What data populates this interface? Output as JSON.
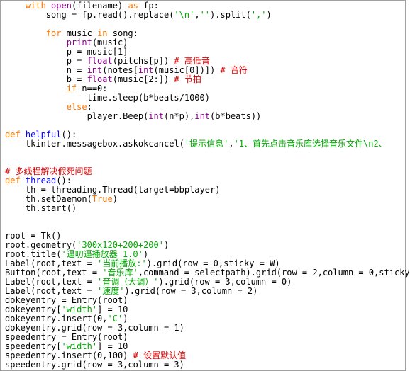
{
  "lines": [
    [
      [
        "    ",
        "p"
      ],
      [
        "with",
        "kw"
      ],
      [
        " ",
        "p"
      ],
      [
        "open",
        "bi"
      ],
      [
        "(filename) ",
        "p"
      ],
      [
        "as",
        "kw"
      ],
      [
        " fp:",
        "p"
      ]
    ],
    [
      [
        "        song = fp.read().replace(",
        "p"
      ],
      [
        "'\\n'",
        "str"
      ],
      [
        ",",
        "p"
      ],
      [
        "''",
        "str"
      ],
      [
        ").split(",
        "p"
      ],
      [
        "','",
        "str"
      ],
      [
        ")",
        "p"
      ]
    ],
    [],
    [
      [
        "        ",
        "p"
      ],
      [
        "for",
        "kw"
      ],
      [
        " music ",
        "p"
      ],
      [
        "in",
        "kw"
      ],
      [
        " song:",
        "p"
      ]
    ],
    [
      [
        "            ",
        "p"
      ],
      [
        "print",
        "bi"
      ],
      [
        "(music)",
        "p"
      ]
    ],
    [
      [
        "            p = music[1]",
        "p"
      ]
    ],
    [
      [
        "            p = ",
        "p"
      ],
      [
        "float",
        "bi"
      ],
      [
        "(pitchs[p]) ",
        "p"
      ],
      [
        "# 高低音",
        "cm"
      ]
    ],
    [
      [
        "            n = ",
        "p"
      ],
      [
        "int",
        "bi"
      ],
      [
        "(notes[",
        "p"
      ],
      [
        "int",
        "bi"
      ],
      [
        "(music[0])]) ",
        "p"
      ],
      [
        "# 音符",
        "cm"
      ]
    ],
    [
      [
        "            b = ",
        "p"
      ],
      [
        "float",
        "bi"
      ],
      [
        "(music[2:]) ",
        "p"
      ],
      [
        "# 节拍",
        "cm"
      ]
    ],
    [
      [
        "            ",
        "p"
      ],
      [
        "if",
        "kw"
      ],
      [
        " n==0:",
        "p"
      ]
    ],
    [
      [
        "                time.sleep(b*beats/1000)",
        "p"
      ]
    ],
    [
      [
        "            ",
        "p"
      ],
      [
        "else",
        "kw"
      ],
      [
        ":",
        "p"
      ]
    ],
    [
      [
        "                player.Beep(",
        "p"
      ],
      [
        "int",
        "bi"
      ],
      [
        "(n*p),",
        "p"
      ],
      [
        "int",
        "bi"
      ],
      [
        "(b*beats))",
        "p"
      ]
    ],
    [],
    [
      [
        "def",
        "kw"
      ],
      [
        " ",
        "p"
      ],
      [
        "helpful",
        "def"
      ],
      [
        "():",
        "p"
      ]
    ],
    [
      [
        "    tkinter.messagebox.askokcancel(",
        "p"
      ],
      [
        "'提示信息'",
        "str"
      ],
      [
        ",",
        "p"
      ],
      [
        "'1、首先点击音乐库选择音乐文件\\n2、",
        "str"
      ]
    ],
    [],
    [],
    [
      [
        "# 多线程解决假死问题",
        "cm"
      ]
    ],
    [
      [
        "def",
        "kw"
      ],
      [
        " ",
        "p"
      ],
      [
        "thread",
        "def"
      ],
      [
        "():",
        "p"
      ]
    ],
    [
      [
        "    th = threading.Thread(target=bbplayer)",
        "p"
      ]
    ],
    [
      [
        "    th.setDaemon(",
        "p"
      ],
      [
        "True",
        "kw"
      ],
      [
        ")",
        "p"
      ]
    ],
    [
      [
        "    th.start()",
        "p"
      ]
    ],
    [],
    [],
    [
      [
        "root = Tk()",
        "p"
      ]
    ],
    [
      [
        "root.geometry(",
        "p"
      ],
      [
        "'300x120+200+200'",
        "str"
      ],
      [
        ")",
        "p"
      ]
    ],
    [
      [
        "root.title(",
        "p"
      ],
      [
        "'逼叨逼播放器 1.0'",
        "str"
      ],
      [
        ")",
        "p"
      ]
    ],
    [
      [
        "Label(root,text = ",
        "p"
      ],
      [
        "'当前播放:'",
        "str"
      ],
      [
        ").grid(row = 0,sticky = W)",
        "p"
      ]
    ],
    [
      [
        "Button(root,text = ",
        "p"
      ],
      [
        "'音乐库'",
        "str"
      ],
      [
        ",command = selectpath).grid(row = 2,column = 0,sticky",
        "p"
      ]
    ],
    [
      [
        "Label(root,text = ",
        "p"
      ],
      [
        "'音调（大调）'",
        "str"
      ],
      [
        ").grid(row = 3,column = 0)",
        "p"
      ]
    ],
    [
      [
        "Label(root,text = ",
        "p"
      ],
      [
        "'速度'",
        "str"
      ],
      [
        ").grid(row = 3,column = 2)",
        "p"
      ]
    ],
    [
      [
        "dokeyentry = Entry(root)",
        "p"
      ]
    ],
    [
      [
        "dokeyentry[",
        "p"
      ],
      [
        "'width'",
        "str"
      ],
      [
        "] = 10",
        "p"
      ]
    ],
    [
      [
        "dokeyentry.insert(0,",
        "p"
      ],
      [
        "'C'",
        "str"
      ],
      [
        ")",
        "p"
      ]
    ],
    [
      [
        "dokeyentry.grid(row = 3,column = 1)",
        "p"
      ]
    ],
    [
      [
        "speedentry = Entry(root)",
        "p"
      ]
    ],
    [
      [
        "speedentry[",
        "p"
      ],
      [
        "'width'",
        "str"
      ],
      [
        "] = 10",
        "p"
      ]
    ],
    [
      [
        "speedentry.insert(0,100) ",
        "p"
      ],
      [
        "# 设置默认值",
        "cm"
      ]
    ],
    [
      [
        "speedentry.grid(row = 3,column = 3)",
        "p"
      ]
    ]
  ]
}
